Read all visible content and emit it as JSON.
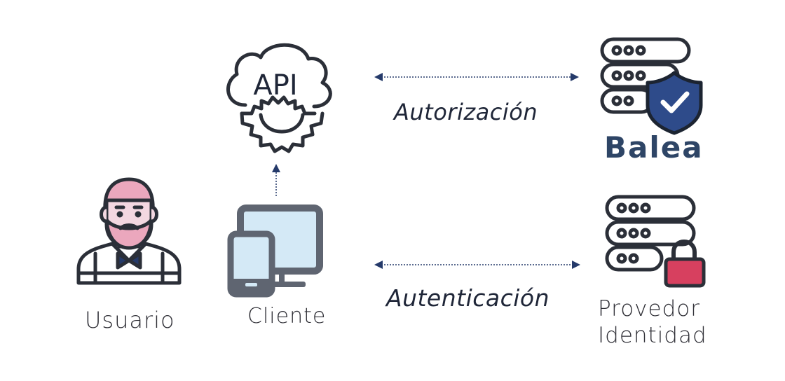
{
  "nodes": {
    "usuario": {
      "label": "Usuario",
      "icon": "user-icon"
    },
    "cliente": {
      "label": "Cliente",
      "icon": "devices-icon"
    },
    "api": {
      "label": "API",
      "icon": "api-cloud-gear-icon"
    },
    "balea": {
      "label": "Balea",
      "icon": "server-shield-icon"
    },
    "provedor": {
      "line1": "Provedor",
      "line2": "Identidad",
      "icon": "server-lock-icon"
    }
  },
  "edges": {
    "autorizacion": {
      "label": "Autorización"
    },
    "autenticacion": {
      "label": "Autenticación"
    }
  },
  "colors": {
    "outline": "#2b2f38",
    "navy": "#253a6a",
    "shield": "#2e4b8a",
    "lock": "#d7405f",
    "skin": "#f3d7e1",
    "hair": "#eba7bd",
    "screen": "#d4e9f6",
    "device": "#5f6571"
  }
}
